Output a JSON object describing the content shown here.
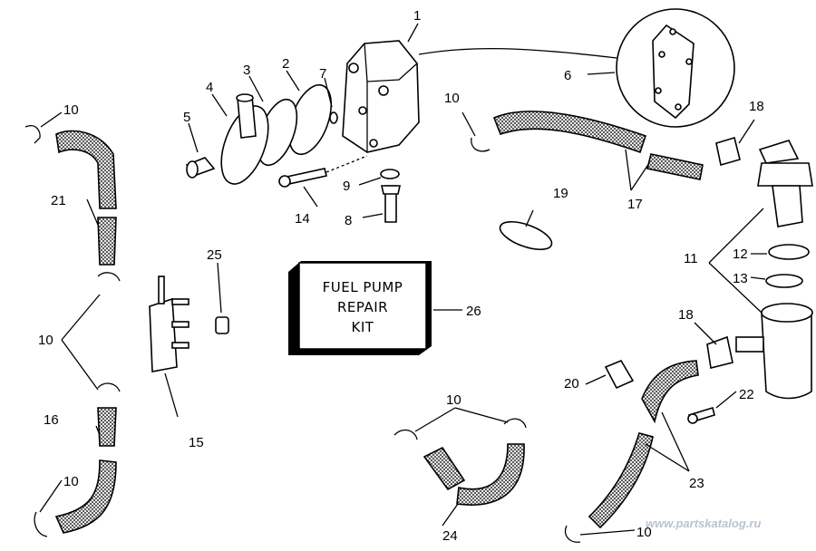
{
  "callouts": [
    "1",
    "2",
    "3",
    "4",
    "5",
    "6",
    "7",
    "8",
    "9",
    "10",
    "10",
    "10",
    "10",
    "10",
    "10",
    "11",
    "12",
    "13",
    "14",
    "15",
    "16",
    "17",
    "18",
    "18",
    "19",
    "20",
    "21",
    "22",
    "23",
    "24",
    "25",
    "26"
  ],
  "kit_label": [
    "FUEL PUMP",
    "REPAIR",
    "KIT"
  ],
  "watermark": "www.partskatalog.ru",
  "colors": {
    "line": "#000000",
    "background": "#ffffff",
    "watermark": "#b9c4d0"
  }
}
